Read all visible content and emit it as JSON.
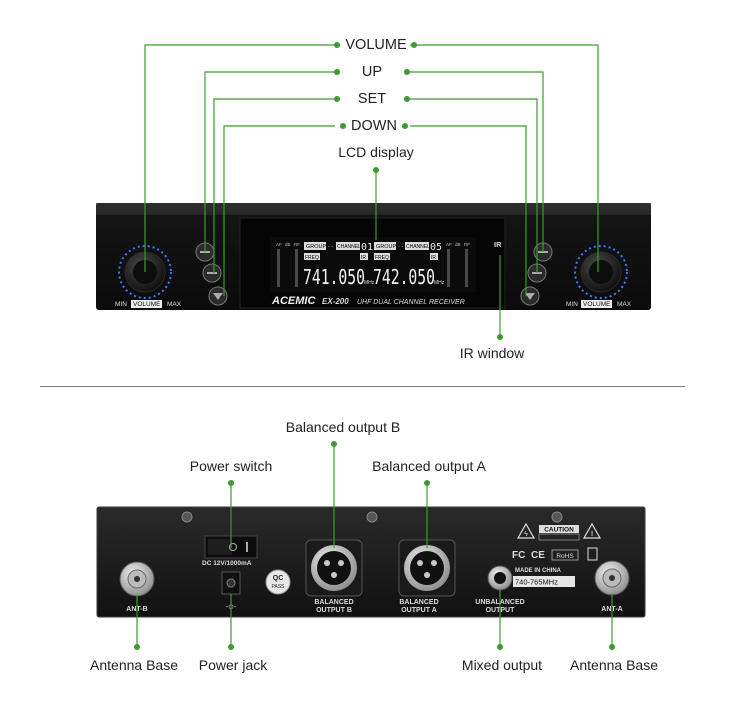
{
  "front_labels": {
    "volume": "VOLUME",
    "up": "UP",
    "set": "SET",
    "down": "DOWN",
    "lcd": "LCD display",
    "ir_window": "IR window"
  },
  "front_panel": {
    "brand": "ACEMIC",
    "model": "EX-200",
    "product": "UHF DUAL CHANNEL RECEIVER",
    "knob_min": "MIN",
    "knob_label": "VOLUME",
    "knob_max": "MAX",
    "ir": "IR",
    "lcd": {
      "group": "GROUP",
      "channel": "CHANNEL",
      "freq": "FREQ",
      "ir": "IR",
      "ch_a": "01",
      "ch_b": "05",
      "freq_a": "741.050",
      "freq_b": "742.050",
      "unit": "MHz",
      "meter_af": "AF",
      "meter_db": "dB",
      "meter_rf": "RF"
    }
  },
  "back_labels": {
    "balanced_b": "Balanced output B",
    "power_switch": "Power switch",
    "balanced_a": "Balanced output A",
    "antenna_base_left": "Antenna Base",
    "power_jack": "Power jack",
    "mixed_output": "Mixed output",
    "antenna_base_right": "Antenna Base"
  },
  "back_panel": {
    "ant_b": "ANT-B",
    "ant_a": "ANT-A",
    "dc": "DC 12V/1000mA",
    "qc": "QC",
    "pass": "PASS",
    "bal_b_1": "BALANCED",
    "bal_b_2": "OUTPUT B",
    "bal_a_1": "BALANCED",
    "bal_a_2": "OUTPUT A",
    "unbal_1": "UNBALANCED",
    "unbal_2": "OUTPUT",
    "caution": "CAUTION",
    "fc": "FC",
    "ce": "CE",
    "rohs": "RoHS",
    "made_in": "MADE IN CHINA",
    "freq_range": "740-765MHz"
  },
  "colors": {
    "callout": "#3c9b2e",
    "panel": "#151515",
    "lcd_bg": "#0a0a0a",
    "knob_ring": "#3a7cff"
  }
}
